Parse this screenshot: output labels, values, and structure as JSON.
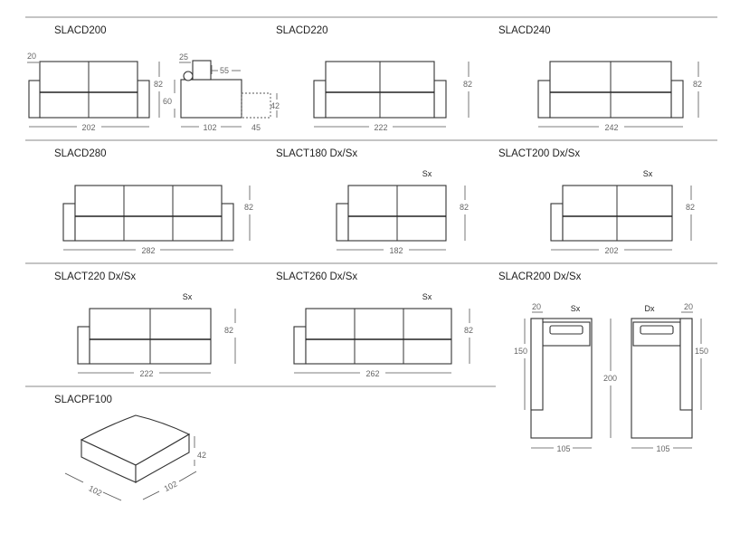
{
  "sections": {
    "slacd200": {
      "title": "SLACD200",
      "width": "202",
      "height": "82",
      "arm": "20",
      "side_back": "25",
      "side_seat_h": "60",
      "side_seat_depth": "55",
      "side_depth": "102",
      "side_ext_h": "42",
      "side_ext_depth": "45"
    },
    "slacd220": {
      "title": "SLACD220",
      "width": "222",
      "height": "82"
    },
    "slacd240": {
      "title": "SLACD240",
      "width": "242",
      "height": "82"
    },
    "slacd280": {
      "title": "SLACD280",
      "width": "282",
      "height": "82"
    },
    "slact180": {
      "title": "SLACT180 Dx/Sx",
      "side": "Sx",
      "width": "182",
      "height": "82"
    },
    "slact200": {
      "title": "SLACT200 Dx/Sx",
      "side": "Sx",
      "width": "202",
      "height": "82"
    },
    "slact220": {
      "title": "SLACT220 Dx/Sx",
      "side": "Sx",
      "width": "222",
      "height": "82"
    },
    "slact260": {
      "title": "SLACT260 Dx/Sx",
      "side": "Sx",
      "width": "262",
      "height": "82"
    },
    "slacr200": {
      "title": "SLACR200 Dx/Sx",
      "side_left": "Sx",
      "side_right": "Dx",
      "arm_left": "20",
      "arm_right": "20",
      "length_left": "150",
      "length_right": "150",
      "total_length": "200",
      "width_left": "105",
      "width_right": "105"
    },
    "slacpf100": {
      "title": "SLACPF100",
      "height": "42",
      "width": "102",
      "depth": "102"
    }
  }
}
